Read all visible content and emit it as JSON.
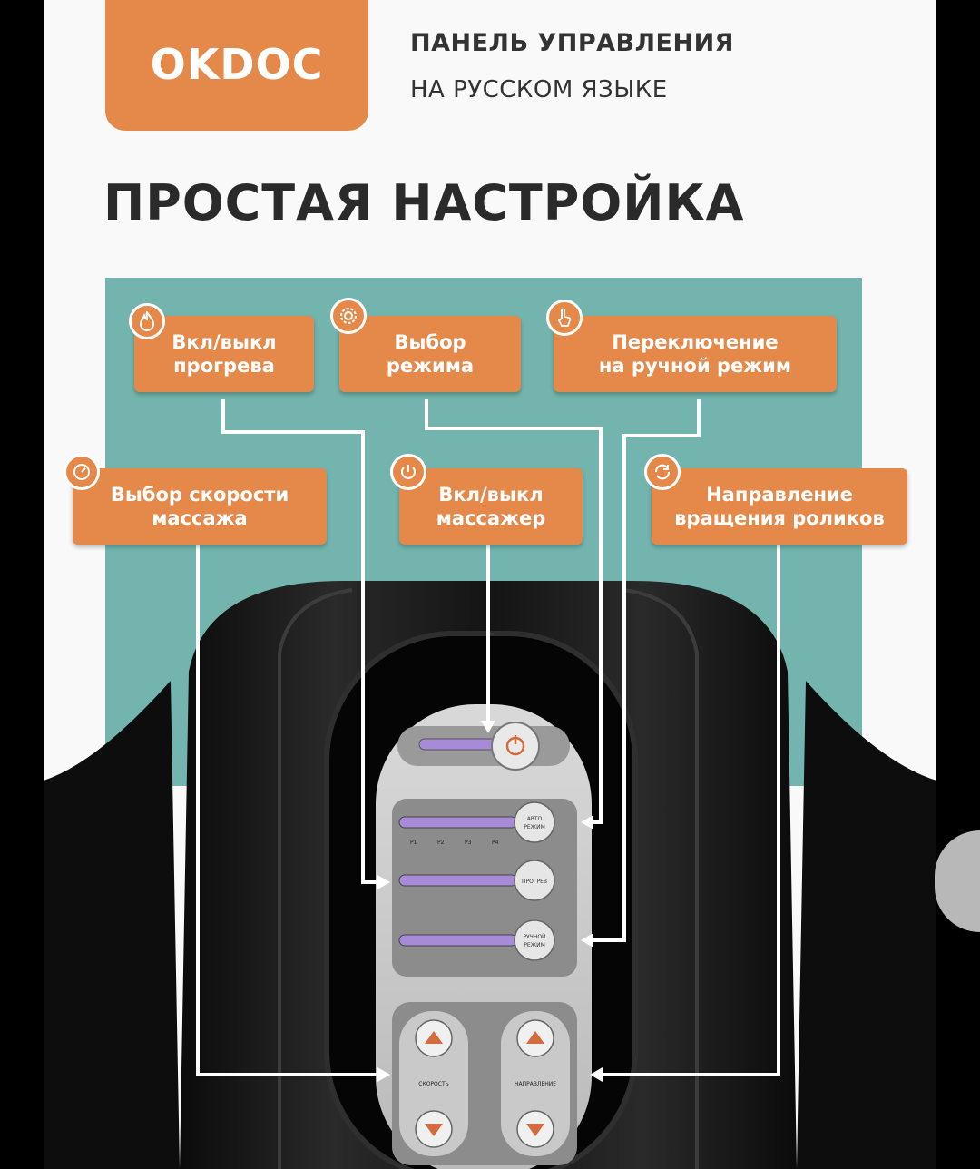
{
  "brand": {
    "logo": "OKDOC",
    "header_line1": "ПАНЕЛЬ УПРАВЛЕНИЯ",
    "header_line2": "НА РУССКОМ ЯЗЫКЕ"
  },
  "title": "ПРОСТАЯ НАСТРОЙКА",
  "labels": {
    "heat": {
      "line1": "Вкл/выкл",
      "line2": "прогрева",
      "icon": "flame-icon"
    },
    "mode": {
      "line1": "Выбор",
      "line2": "режима",
      "icon": "gear-icon"
    },
    "manual": {
      "line1": "Переключение",
      "line2": "на ручной режим",
      "icon": "hand-icon"
    },
    "speed": {
      "line1": "Выбор скорости",
      "line2": "массажа",
      "icon": "gauge-icon"
    },
    "power": {
      "line1": "Вкл/выкл",
      "line2": "массажер",
      "icon": "power-icon"
    },
    "direction": {
      "line1": "Направление",
      "line2": "вращения роликов",
      "icon": "rotate-icon"
    }
  },
  "panel": {
    "btn_auto_line1": "АВТО",
    "btn_auto_line2": "РЕЖИМ",
    "btn_heat": "ПРОГРЕВ",
    "btn_manual_line1": "РУЧНОЙ",
    "btn_manual_line2": "РЕЖИМ",
    "p1": "P1",
    "p2": "P2",
    "p3": "P3",
    "p4": "P4",
    "speed_label": "СКОРОСТЬ",
    "direction_label": "НАПРАВЛЕНИЕ"
  },
  "colors": {
    "accent": "#e4894a",
    "teal": "#73b5ae",
    "indicator": "#9b7fd0"
  }
}
